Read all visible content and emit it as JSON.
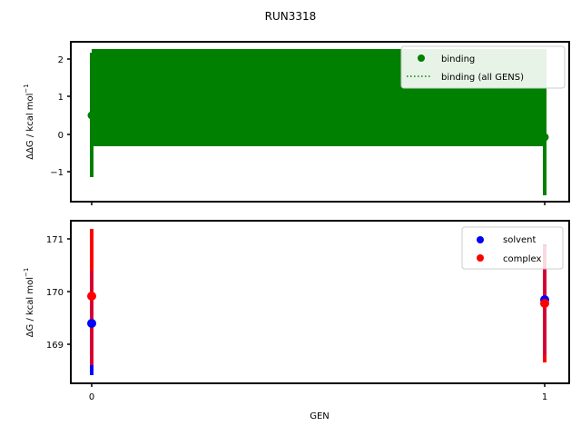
{
  "chart_data": [
    {
      "type": "scatter",
      "title": "RUN3318",
      "xlabel": "",
      "ylabel": "ΔΔG / kcal mol⁻¹",
      "x": [
        0,
        1
      ],
      "xticks": [
        "0",
        "1"
      ],
      "yticks": [
        -1,
        0,
        1,
        2
      ],
      "ylim": [
        -1.8,
        2.45
      ],
      "grid": false,
      "legend_position": "upper right",
      "series": [
        {
          "name": "binding",
          "color": "#008000",
          "values": [
            0.5,
            -0.08
          ],
          "error_low": [
            -1.1,
            -1.6
          ],
          "error_high": [
            2.2,
            2.25
          ]
        },
        {
          "name": "binding (all GENS)",
          "color": "#008000",
          "style": "dotted",
          "fill_band": [
            -0.33,
            2.25
          ]
        }
      ]
    },
    {
      "type": "scatter",
      "xlabel": "GEN",
      "ylabel": "ΔG / kcal mol⁻¹",
      "x": [
        0,
        1
      ],
      "xticks": [
        "0",
        "1"
      ],
      "yticks": [
        169,
        170,
        171
      ],
      "ylim": [
        168.3,
        171.35
      ],
      "grid": false,
      "legend_position": "upper right",
      "series": [
        {
          "name": "solvent",
          "color": "#0000ff",
          "values": [
            169.4,
            169.85
          ],
          "error_low": [
            168.45,
            168.8
          ],
          "error_high": [
            170.4,
            170.9
          ]
        },
        {
          "name": "complex",
          "color": "#ff0000",
          "values": [
            169.9,
            169.77
          ],
          "error_low": [
            168.6,
            168.7
          ],
          "error_high": [
            171.2,
            170.85
          ]
        }
      ]
    }
  ],
  "figure": {
    "title": "RUN3318",
    "top": {
      "ylabel_main": "ΔΔG / kcal mol",
      "ylabel_sup": "−1",
      "ytick_labels": [
        "2",
        "1",
        "0",
        "−1"
      ],
      "legend": [
        "binding",
        "binding (all GENS)"
      ]
    },
    "bottom": {
      "ylabel_main": "ΔG / kcal mol",
      "ylabel_sup": "−1",
      "ytick_labels": [
        "171",
        "170",
        "169"
      ],
      "xtick_labels": [
        "0",
        "1"
      ],
      "xlabel": "GEN",
      "legend": [
        "solvent",
        "complex"
      ]
    }
  }
}
